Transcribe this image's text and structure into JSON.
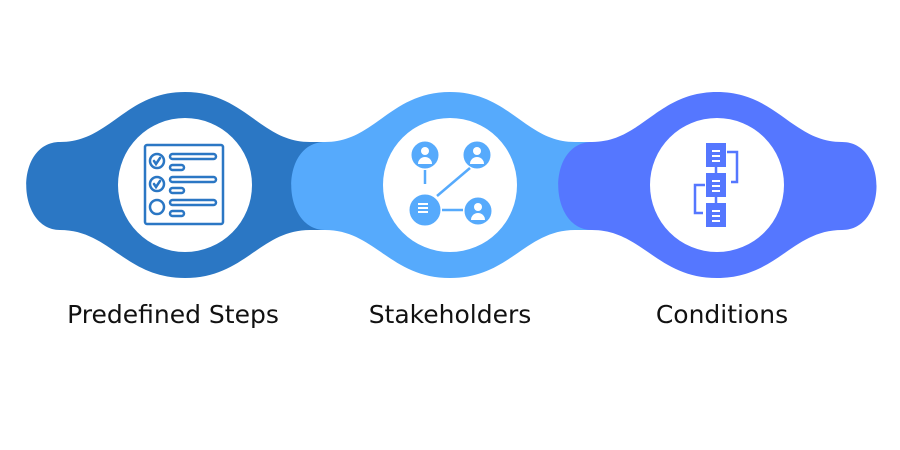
{
  "colors": {
    "step1": "#2B77C4",
    "step2": "#56AAFC",
    "step3": "#5577FF"
  },
  "steps": [
    {
      "label": "Predefined Steps",
      "icon": "checklist-icon"
    },
    {
      "label": "Stakeholders",
      "icon": "stakeholders-network-icon"
    },
    {
      "label": "Conditions",
      "icon": "flowchart-icon"
    }
  ]
}
